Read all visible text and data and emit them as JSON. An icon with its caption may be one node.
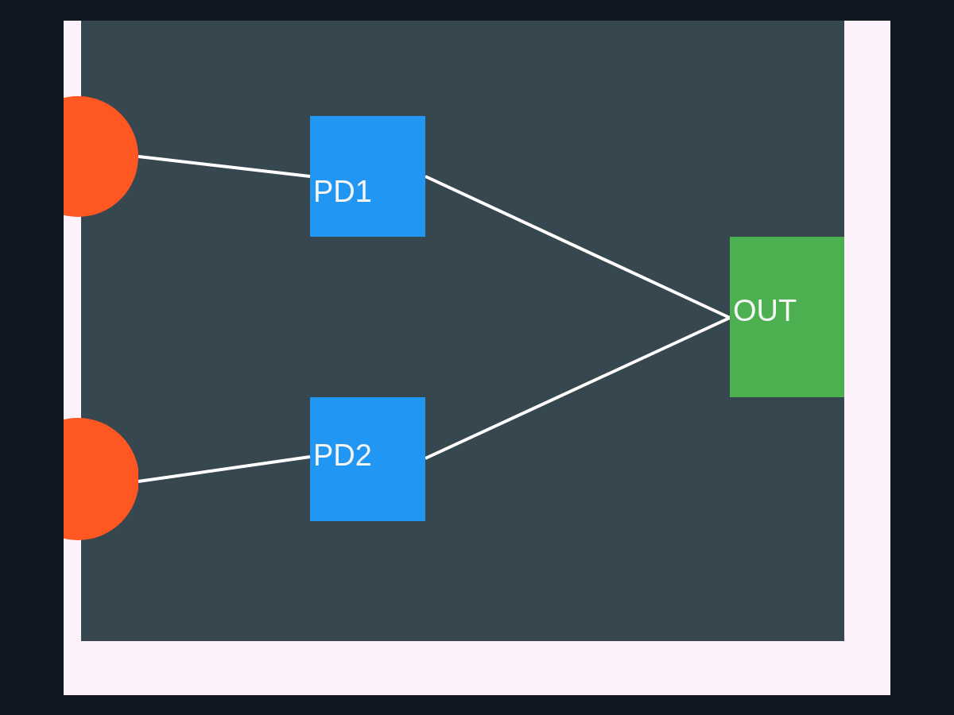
{
  "diagram": {
    "nodes": [
      {
        "text": [],
        "shape": "circle"
      },
      {
        "text": [],
        "shape": "circle"
      },
      {
        "text": [
          "PD1"
        ]
      },
      {
        "text": [
          "PD2"
        ]
      },
      {
        "text": [
          "OUT"
        ]
      }
    ],
    "edges": [
      {
        "from": 0,
        "to": 2,
        "arrow": "none"
      },
      {
        "from": 1,
        "to": 3,
        "arrow": "none"
      },
      {
        "from": 2,
        "to": 4,
        "arrow": "none"
      },
      {
        "from": 3,
        "to": 4,
        "arrow": "none"
      }
    ]
  }
}
